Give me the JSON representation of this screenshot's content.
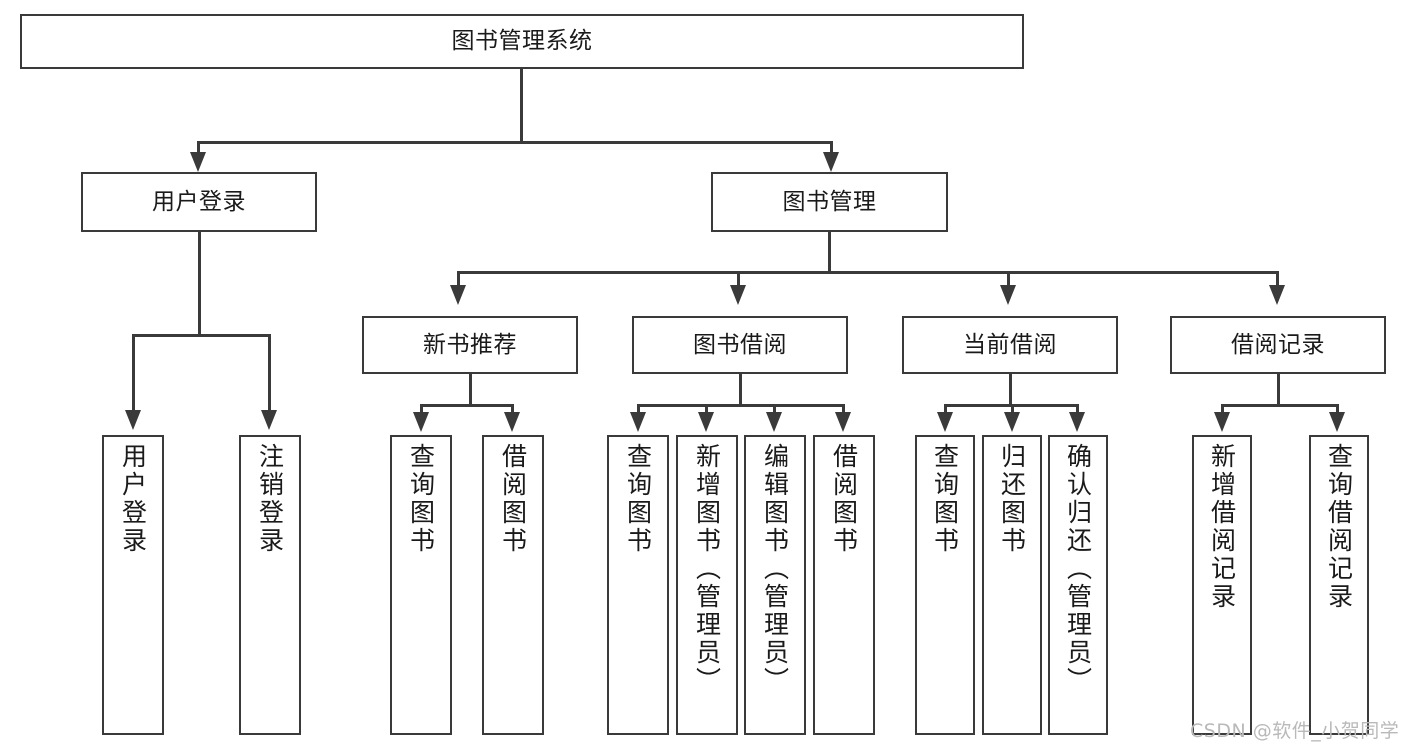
{
  "diagram": {
    "type": "tree-hierarchy",
    "title": "图书管理系统",
    "root": {
      "label": "图书管理系统"
    },
    "level2": [
      {
        "label": "用户登录"
      },
      {
        "label": "图书管理"
      }
    ],
    "level3": [
      {
        "label": "新书推荐"
      },
      {
        "label": "图书借阅"
      },
      {
        "label": "当前借阅"
      },
      {
        "label": "借阅记录"
      }
    ],
    "leaves": {
      "user_login": [
        {
          "label": "用户登录"
        },
        {
          "label": "注销登录"
        }
      ],
      "new_book_recommend": [
        {
          "label": "查询图书"
        },
        {
          "label": "借阅图书"
        }
      ],
      "book_borrow": [
        {
          "label": "查询图书"
        },
        {
          "label": "新增图书（管理员）"
        },
        {
          "label": "编辑图书（管理员）"
        },
        {
          "label": "借阅图书"
        }
      ],
      "current_borrow": [
        {
          "label": "查询图书"
        },
        {
          "label": "归还图书"
        },
        {
          "label": "确认归还（管理员）"
        }
      ],
      "borrow_record": [
        {
          "label": "新增借阅记录"
        },
        {
          "label": "查询借阅记录"
        }
      ]
    }
  },
  "watermark": {
    "text": "CSDN @软件_小贺同学"
  },
  "colors": {
    "border": "#3a3a3a",
    "background": "#ffffff",
    "text": "#1a1a1a",
    "watermark": "#b9b9b9"
  }
}
